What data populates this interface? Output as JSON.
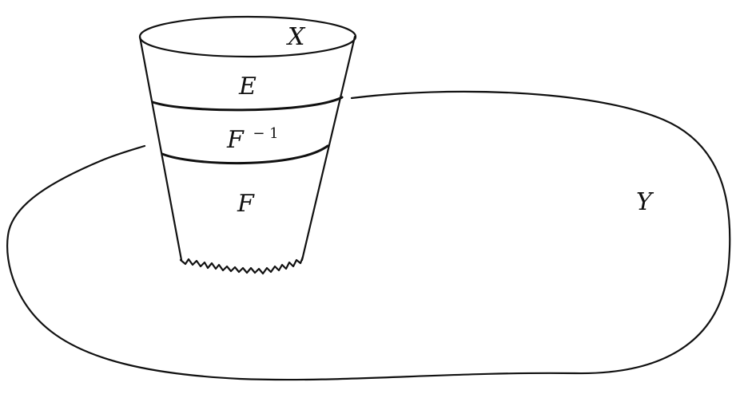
{
  "labels": {
    "x": "X",
    "e": "E",
    "f_inverse_base": "F",
    "f_inverse_exponent": "− 1",
    "f": "F",
    "y": "Y"
  }
}
